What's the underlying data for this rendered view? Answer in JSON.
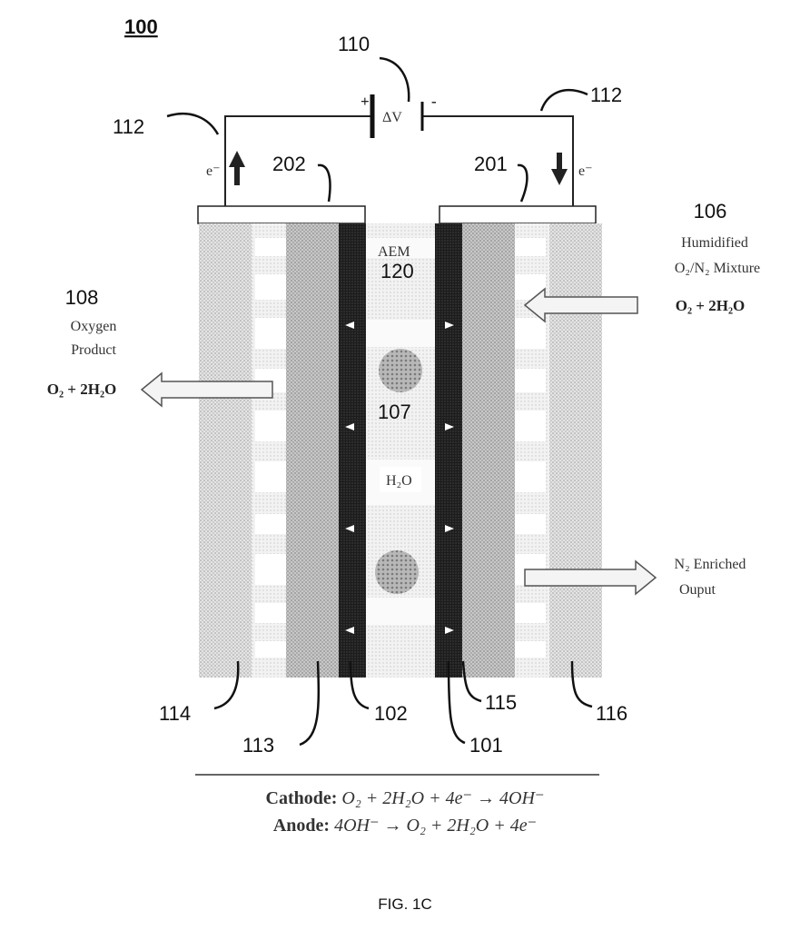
{
  "figure": {
    "number": "100",
    "caption": "FIG. 1C"
  },
  "refs": {
    "power_source": "110",
    "wire_left": "112",
    "wire_right": "112",
    "plate_left": "202",
    "plate_right": "201",
    "humid_inlet": "106",
    "oxygen_outlet": "108",
    "membrane": "120",
    "ion": "107",
    "flow_left": "114",
    "gdl_left": "113",
    "electrode_left": "102",
    "electrode_right": "101",
    "gdl_right": "115",
    "flow_right": "116"
  },
  "labels": {
    "plus": "+",
    "minus": "-",
    "delta_v": "ΔV",
    "electron": "e⁻",
    "aem": "AEM",
    "humidified_line1": "Humidified",
    "humidified_line2": "O₂/N₂ Mixture",
    "inlet_formula": "O₂ + 2H₂O",
    "oxygen_line1": "Oxygen",
    "oxygen_line2": "Product",
    "outlet_formula": "O₂ + 2H₂O",
    "water": "H₂O",
    "n2_line1": "N₂ Enriched",
    "n2_line2": "Ouput"
  },
  "equations": {
    "cathode_label": "Cathode:",
    "cathode_rxn": "O₂ + 2H₂O + 4e⁻ → 4OH⁻",
    "anode_label": "Anode:",
    "anode_rxn": "4OH⁻ → O₂ + 2H₂O + 4e⁻"
  },
  "colors": {
    "electrode": "#1c1c1c",
    "gdl": "#c9c9c9",
    "flow_plate": "#dcdcdc",
    "membrane": "#f0f0f0"
  }
}
